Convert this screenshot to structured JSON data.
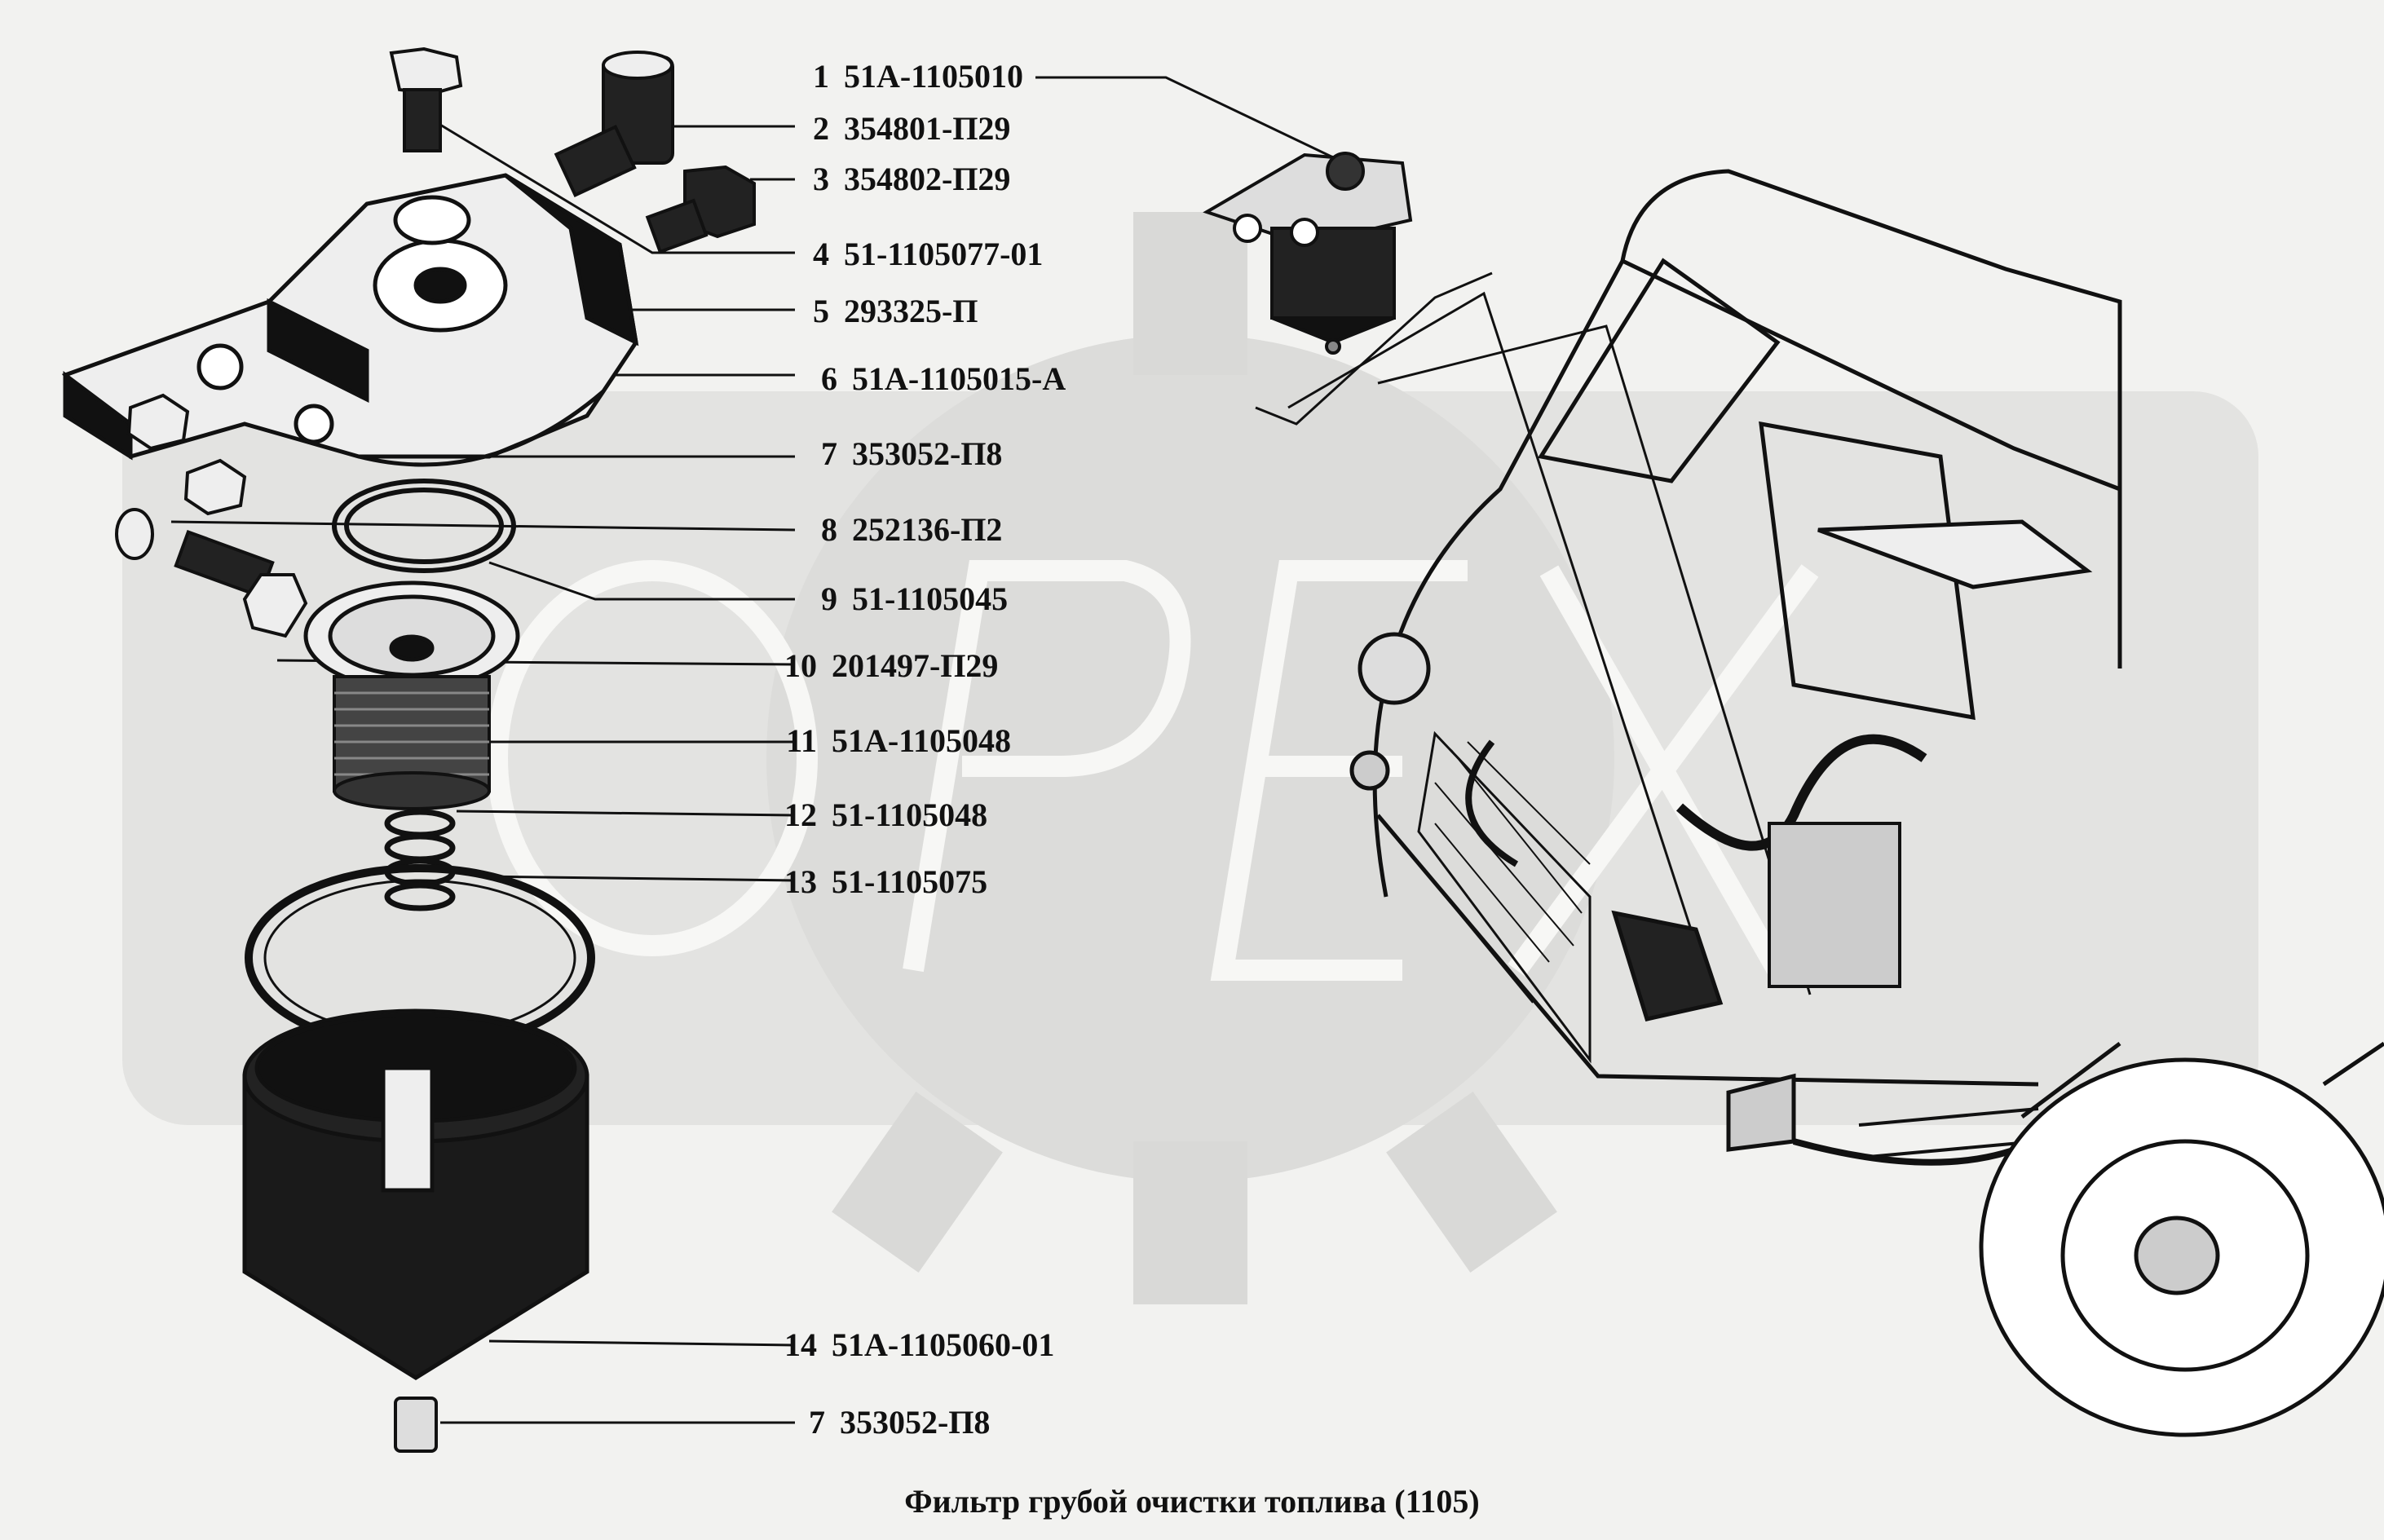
{
  "caption": "Фильтр грубой очистки топлива (1105)",
  "watermark": "OPEX",
  "colors": {
    "ink": "#111111",
    "paper": "#f2f2f0",
    "watermark": "#d8d8d6"
  },
  "parts": [
    {
      "num": "1",
      "code": "51А-1105010"
    },
    {
      "num": "2",
      "code": "354801-П29"
    },
    {
      "num": "3",
      "code": "354802-П29"
    },
    {
      "num": "4",
      "code": "51-1105077-01"
    },
    {
      "num": "5",
      "code": "293325-П"
    },
    {
      "num": "6",
      "code": "51А-1105015-А"
    },
    {
      "num": "7",
      "code": "353052-П8"
    },
    {
      "num": "8",
      "code": "252136-П2"
    },
    {
      "num": "9",
      "code": "51-1105045"
    },
    {
      "num": "10",
      "code": "201497-П29"
    },
    {
      "num": "11",
      "code": "51А-1105048"
    },
    {
      "num": "12",
      "code": "51-1105048"
    },
    {
      "num": "13",
      "code": "51-1105075"
    },
    {
      "num": "14",
      "code": "51А-1105060-01"
    },
    {
      "num": "7",
      "code": "353052-П8"
    }
  ]
}
